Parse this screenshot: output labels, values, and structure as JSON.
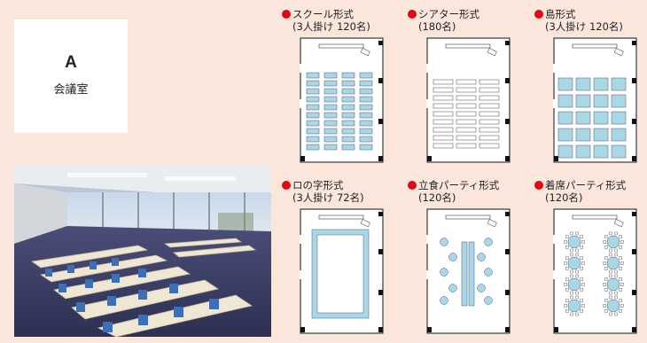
{
  "room": {
    "letter": "A",
    "name": "会議室"
  },
  "photo": {
    "alt": "会議室 スクール形式"
  },
  "layouts": [
    {
      "title": "スクール形式",
      "capacity": "(3人掛け 120名)"
    },
    {
      "title": "シアター形式",
      "capacity": "(180名)"
    },
    {
      "title": "島形式",
      "capacity": "(3人掛け 120名)"
    },
    {
      "title": "ロの字形式",
      "capacity": "(3人掛け 72名)"
    },
    {
      "title": "立食パーティ形式",
      "capacity": "(120名)"
    },
    {
      "title": "着席パーティ形式",
      "capacity": "(120名)"
    }
  ],
  "colors": {
    "accent_dot": "#e30613",
    "table_blue": "#a8d8e6",
    "background": "#fbe6dc"
  }
}
